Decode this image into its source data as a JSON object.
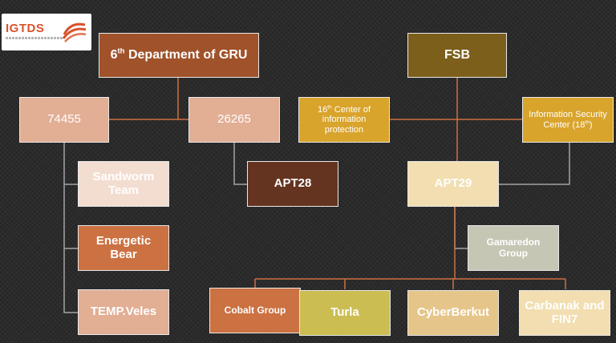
{
  "logo": {
    "text": "IGTDS"
  },
  "nodes": {
    "gru": {
      "pre": "6",
      "sup": "th",
      "post": " Department of GRU"
    },
    "fsb": {
      "label": "FSB"
    },
    "u74455": {
      "label": "74455"
    },
    "u26265": {
      "label": "26265"
    },
    "center16": {
      "pre": "16",
      "sup": "th",
      "post": " Center of information protection"
    },
    "infosec": {
      "pre": "Information Security Center (18",
      "sup": "th",
      "post": ")"
    },
    "sandworm": {
      "label": "Sandworm Team"
    },
    "apt28": {
      "label": "APT28"
    },
    "apt29": {
      "label": "APT29"
    },
    "energetic": {
      "label": "Energetic Bear"
    },
    "gamaredon": {
      "label": "Gamaredon Group"
    },
    "temp_veles": {
      "label": "TEMP.Veles"
    },
    "cobalt": {
      "label": "Cobalt Group"
    },
    "turla": {
      "label": "Turla"
    },
    "cyberberkut": {
      "label": "CyberBerkut"
    },
    "carbanak": {
      "label": "Carbanak and FIN7"
    }
  },
  "colors": {
    "gru": "#a0522a",
    "fsb": "#7d5f1c",
    "unit": "#e2ae94",
    "center": "#d9a42c",
    "sandworm": "#f3ddd0",
    "apt28": "#653420",
    "apt29": "#f2deb0",
    "energetic": "#cc7142",
    "gamaredon": "#c6c6b4",
    "temp_veles": "#e2ae94",
    "cobalt": "#cc7142",
    "turla": "#ccbd52",
    "cyberberkut": "#e5c589",
    "carbanak": "#f2deb0",
    "line_gru": "#cc7142",
    "line_fsb": "#a3a3a3"
  }
}
